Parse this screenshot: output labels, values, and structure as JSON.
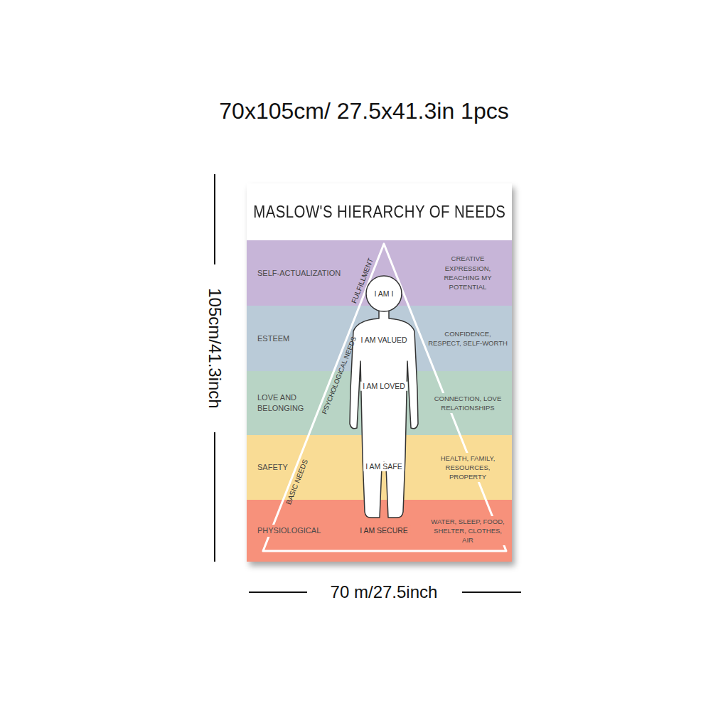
{
  "diagram": {
    "title": "70x105cm/ 27.5x41.3in 1pcs",
    "nodes": [
      {
        "text": [
          "MASLOW'S HIERARCHY OF NEEDS"
        ]
      },
      {
        "text": [
          "SELF-ACTUALIZATION",
          "CREATIVE EXPRESSION, REACHING MY POTENTIAL"
        ],
        "in": 0
      },
      {
        "text": [
          "ESTEEM",
          "CONFIDENCE, RESPECT, SELF-WORTH"
        ],
        "in": 0
      },
      {
        "text": [
          "LOVE AND BELONGING",
          "CONNECTION, LOVE RELATIONSHIPS"
        ],
        "in": 0
      },
      {
        "text": [
          "SAFETY",
          "HEALTH, FAMILY, RESOURCES, PROPERTY"
        ],
        "in": 0
      },
      {
        "text": [
          "PHYSIOLOGICAL",
          "WATER, SLEEP, FOOD, SHELTER, CLOTHES, AIR"
        ],
        "in": 0
      }
    ],
    "labels": [
      "FULFILLMENT",
      "PSYCHOLOGICAL NEEDS",
      "BASIC NEEDS",
      "I AM I",
      "I AM VALUED",
      "I AM LOVED",
      "I AM SAFE",
      "I AM SECURE",
      "105cm/41.3inch",
      "70 m/27.5inch"
    ]
  }
}
